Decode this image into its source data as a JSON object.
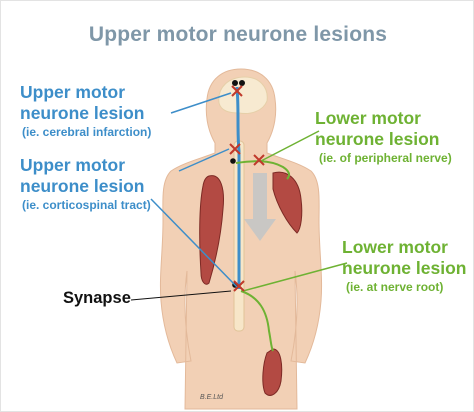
{
  "title": "Upper motor neurone lesions",
  "labels": {
    "umn_cerebral": {
      "line1": "Upper motor",
      "line2": "neurone lesion",
      "sub": "(ie. cerebral infarction)"
    },
    "umn_tract": {
      "line1": "Upper motor",
      "line2": "neurone lesion",
      "sub": "(ie. corticospinal tract)"
    },
    "lmn_peripheral": {
      "line1": "Lower motor",
      "line2": "neurone lesion",
      "sub": "(ie. of peripheral nerve)"
    },
    "lmn_root": {
      "line1": "Lower motor",
      "line2": "neurone lesion",
      "sub": "(ie. at nerve root)"
    },
    "synapse": "Synapse"
  },
  "credit": "B.E.Ltd",
  "colors": {
    "title": "#7f97a8",
    "upper_motor": "#3d8ec9",
    "lower_motor": "#6eb233",
    "lesion_cross": "#c0392b",
    "skin": "#f2d0b5",
    "muscle": "#b34a43"
  }
}
